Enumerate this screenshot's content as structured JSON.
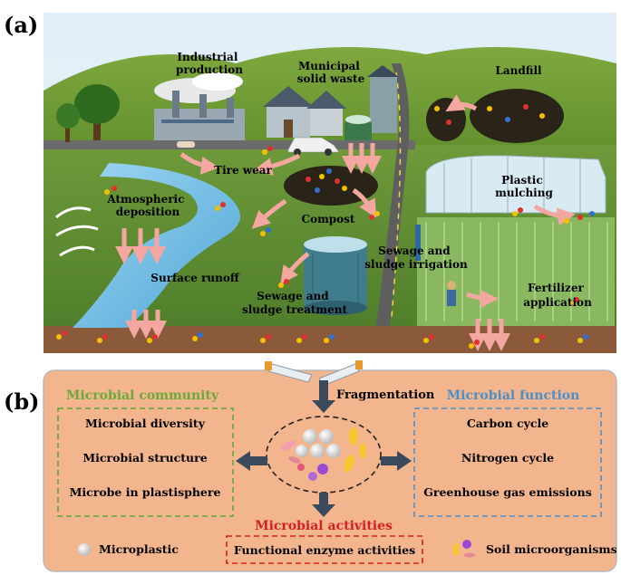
{
  "panel_a": {
    "tag": "(a)",
    "labels": {
      "industrial": [
        "Industrial",
        "production"
      ],
      "municipal": [
        "Municipal",
        "solid waste"
      ],
      "landfill": "Landfill",
      "tire_wear": "Tire wear",
      "atmospheric": [
        "Atmospheric",
        "deposition"
      ],
      "compost": "Compost",
      "plastic_mulching": [
        "Plastic",
        "mulching"
      ],
      "sewage_irrigation": [
        "Sewage and",
        "sludge irrigation"
      ],
      "surface_runoff": "Surface runoff",
      "sewage_treatment": [
        "Sewage and",
        "sludge treatment"
      ],
      "fertilizer": [
        "Fertilizer",
        "application"
      ]
    }
  },
  "panel_b": {
    "tag": "(b)",
    "fragmentation": "Fragmentation",
    "community": {
      "title": "Microbial community",
      "items": [
        "Microbial diversity",
        "Microbial structure",
        "Microbe in plastisphere"
      ]
    },
    "function": {
      "title": "Microbial function",
      "items": [
        "Carbon cycle",
        "Nitrogen cycle",
        "Greenhouse gas emissions"
      ]
    },
    "activities": {
      "title": "Microbial activities",
      "item": "Functional enzyme activities"
    },
    "legend": {
      "microplastic": "Microplastic",
      "soil_microorganisms": "Soil microorganisms"
    }
  },
  "colors": {
    "community_title": "#6aaa3a",
    "function_title": "#4a90c8",
    "activities_title": "#d42020",
    "panel_b_fill": "#f3b58d",
    "arrow": "#3a4a5c"
  }
}
